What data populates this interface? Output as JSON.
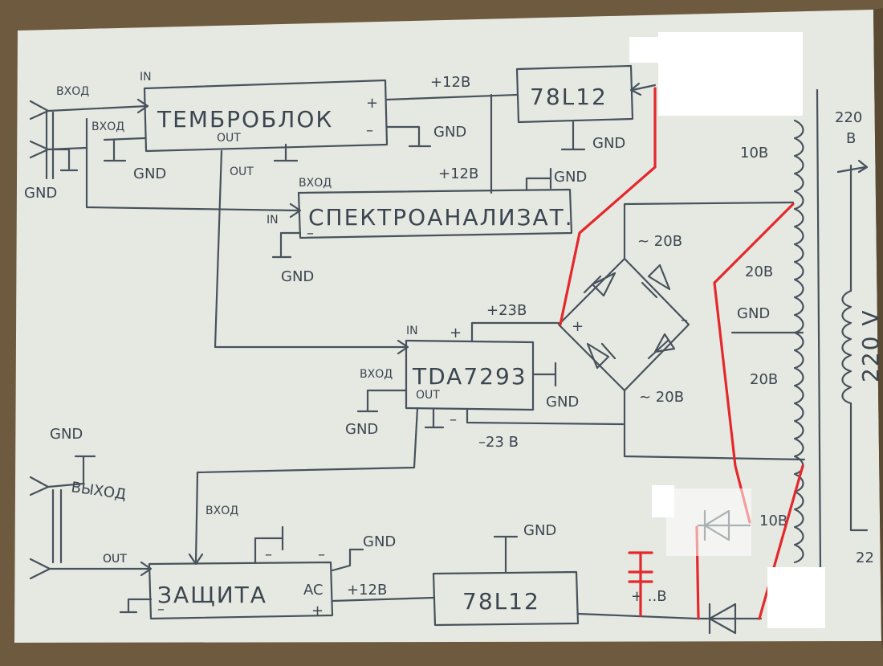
{
  "colors": {
    "paper": "#e6e8e2",
    "ink": "#47525c",
    "red": "#e4282c",
    "desk": "#6e5a3e"
  },
  "blocks": {
    "tembroblok": {
      "label": "ТЕМБРОБЛОК",
      "in": "IN",
      "input_label": "ВХОД",
      "out": "OUT",
      "plus": "+",
      "minus": "–"
    },
    "spectro": {
      "label": "СПЕКТРОАНАЛИЗАТ.",
      "in": "IN",
      "input_label": "ВХОД",
      "minus": "–"
    },
    "tda": {
      "label": "TDA7293",
      "in": "IN",
      "input_label": "ВХОД",
      "out": "OUT",
      "plus": "+",
      "minus": "–"
    },
    "zashita": {
      "label": "ЗАЩИТА",
      "ac": "AC",
      "input_label": "ВХОД",
      "out": "OUT",
      "minus": "–",
      "plus": "+"
    },
    "reg_top": {
      "label": "78L12"
    },
    "reg_bottom": {
      "label": "78L12"
    }
  },
  "labels": {
    "input_top": "ВХОД",
    "gnd": "GND",
    "plus12": "+12В",
    "plus23": "+23В",
    "minus23": "–23 В",
    "out": "OUT",
    "vykhod": "ВЫХОД",
    "bridge_plus": "+",
    "bridge_minus": "–",
    "ac20_top": "~ 20В",
    "ac20_bottom": "~ 20В",
    "tap10": "10В",
    "tap20a": "20В",
    "tap20b": "20В",
    "tap10_bottom": "10В",
    "primary": "220 V",
    "voltage_220": "220",
    "voltage_220_unit": "В",
    "partial_B": "+ ..В",
    "partial_22": "22"
  }
}
